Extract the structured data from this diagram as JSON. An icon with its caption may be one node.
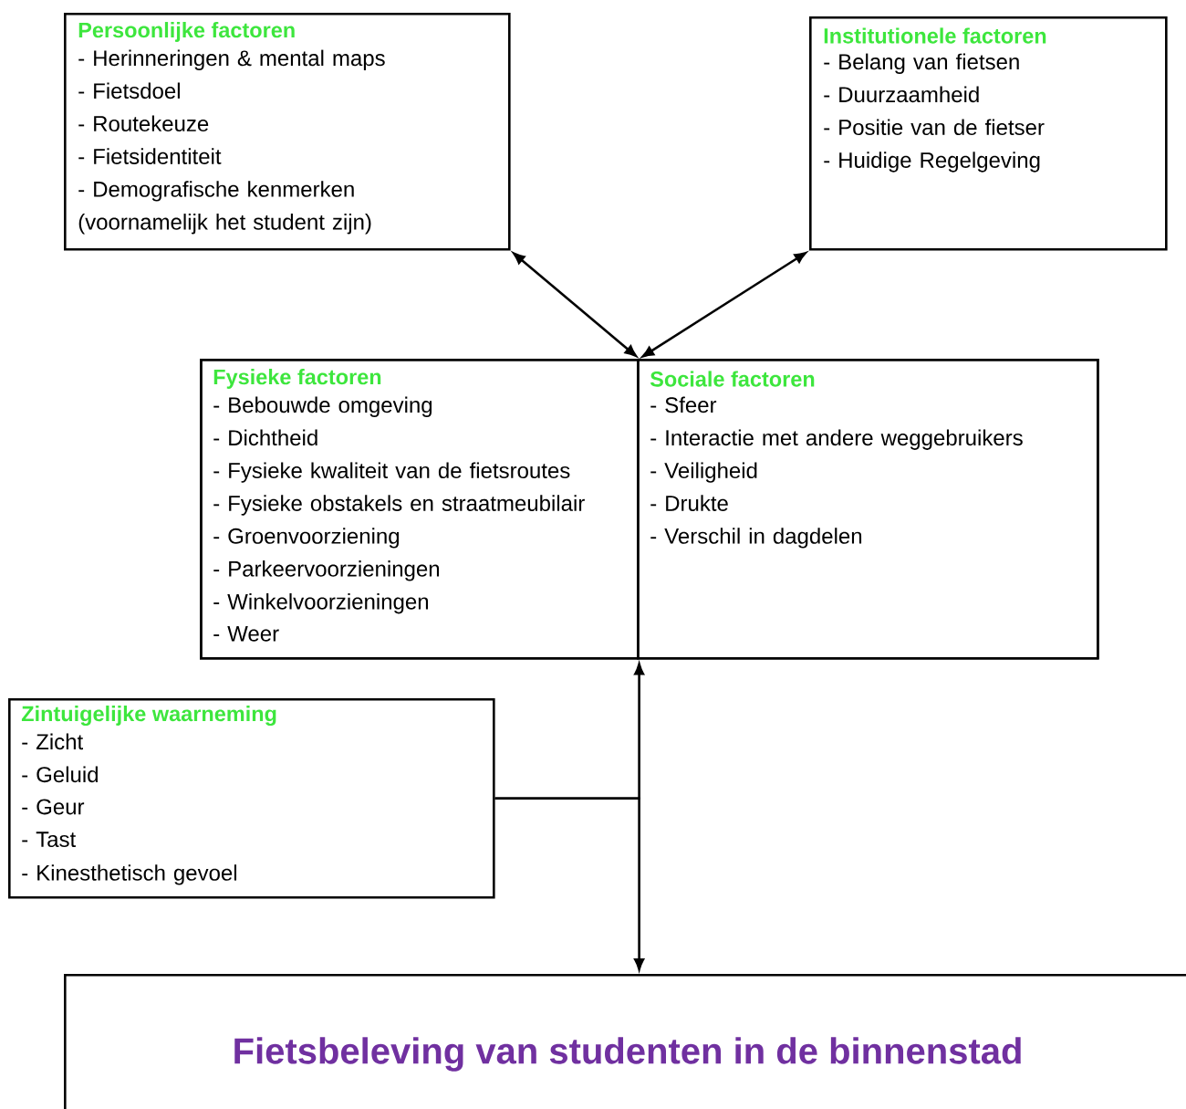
{
  "diagram": {
    "nodes": [
      {
        "text": [
          "Persoonlijke factoren",
          "- Herinneringen & mental maps",
          "- Fietsdoel",
          "- Routekeuze",
          "- Fietsidentiteit",
          "- Demografische kenmerken (voornamelijk het student zijn)"
        ]
      },
      {
        "text": [
          "Institutionele factoren",
          "- Belang van fietsen",
          "- Duurzaamheid",
          "- Positie van de fietser",
          "- Huidige Regelgeving"
        ]
      },
      {
        "text": [],
        "shape": "box"
      },
      {
        "text": [
          "Fysieke factoren",
          "- Bebouwde omgeving",
          "- Dichtheid",
          "- Fysieke kwaliteit van de fietsroutes",
          "- Fysieke obstakels en straatmeubilair",
          "- Groenvoorziening",
          "- Parkeervoorzieningen",
          "- Winkelvoorzieningen",
          "- Weer"
        ],
        "in": 2
      },
      {
        "text": [
          "Sociale factoren",
          "- Sfeer",
          "- Interactie met andere weggebruikers",
          "- Veiligheid",
          "- Drukte",
          "- Verschil in dagdelen"
        ],
        "in": 2
      },
      {
        "text": [
          "Zintuigelijke waarneming",
          "- Zicht",
          "- Geluid",
          "- Geur",
          "- Tast",
          "- Kinesthetisch gevoel"
        ]
      },
      {
        "text": [
          "Fietsbeleving van studenten in de binnenstad"
        ]
      }
    ],
    "edges": [
      {
        "from": 0,
        "to": 2,
        "arrow": "both"
      },
      {
        "from": 1,
        "to": 2,
        "arrow": "both"
      },
      {
        "from": 5,
        "to": 2,
        "arrow": "to"
      },
      {
        "from": 5,
        "to": 6,
        "arrow": "to"
      }
    ]
  }
}
